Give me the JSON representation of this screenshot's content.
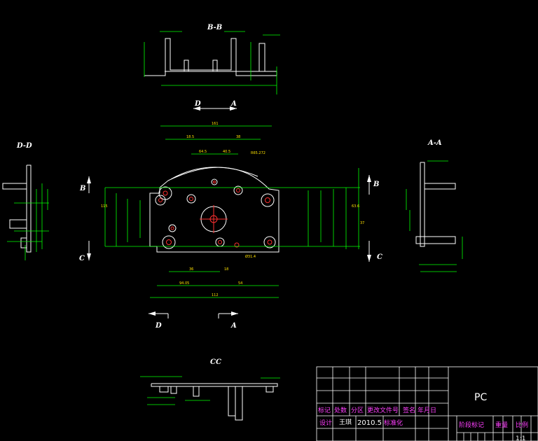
{
  "views": {
    "bb": "B-B",
    "dd": "D-D",
    "aa": "A-A",
    "cc": "CC"
  },
  "section_marks": {
    "d": "D",
    "a": "A",
    "b": "B",
    "c": "C"
  },
  "dims": {
    "top_width": "161",
    "w1": "18.5",
    "w2": "38",
    "w3": "64.5",
    "w4": "40.5",
    "w5": "36",
    "w6": "18",
    "w7": "94.05",
    "w8": "54",
    "bottom_width": "112",
    "h1": "115",
    "h2": "37",
    "h3": "63.6",
    "r1": "R65.272",
    "d1": "Ø31.4"
  },
  "title_block": {
    "material": "PC",
    "header_row": [
      "标记",
      "处数",
      "分区",
      "更改文件号",
      "签名",
      "年月日"
    ],
    "design_label": "设计",
    "designer": "王琪",
    "design_date": "2010.5",
    "std_label": "标准化",
    "stage_label": "阶段标记",
    "weight_label": "重量",
    "scale_label": "比例",
    "scale_value": "1:1"
  }
}
